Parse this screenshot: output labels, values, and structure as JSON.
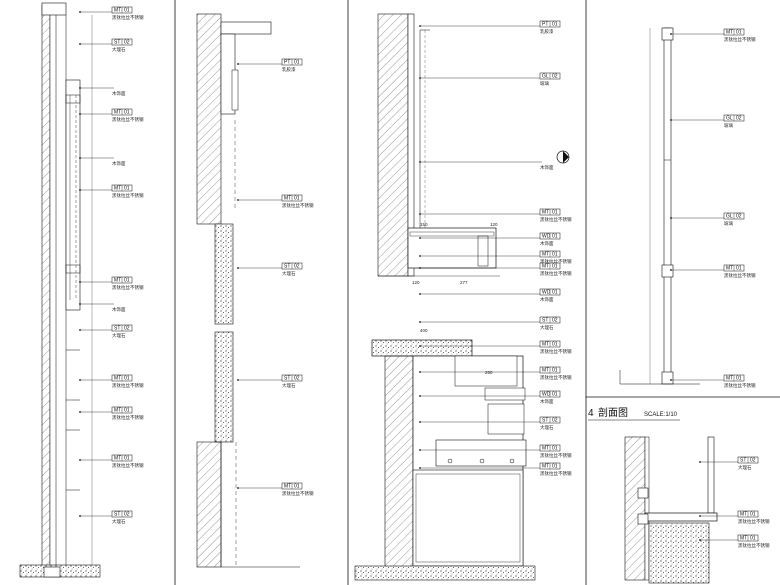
{
  "section": {
    "number": "4",
    "title": "剖面图",
    "scale": "SCALE:1/10"
  },
  "colors": {
    "line": "#111111",
    "hatch": "#444444",
    "paper": "#ffffff"
  },
  "callouts": {
    "p1": [
      {
        "code": "MT 01",
        "text": "黑钛拉丝不锈钢"
      },
      {
        "code": "ST 02",
        "text": "大理石"
      },
      {
        "code": "",
        "text": "木饰面"
      },
      {
        "code": "MT 01",
        "text": "黑钛拉丝不锈钢"
      },
      {
        "code": "",
        "text": "木饰面"
      },
      {
        "code": "MT 01",
        "text": "黑钛拉丝不锈钢"
      },
      {
        "code": "MT 01",
        "text": "黑钛拉丝不锈钢"
      },
      {
        "code": "",
        "text": "木饰面"
      },
      {
        "code": "ST 02",
        "text": "大理石"
      },
      {
        "code": "MT 01",
        "text": "黑钛拉丝不锈钢"
      },
      {
        "code": "MT 01",
        "text": "黑钛拉丝不锈钢"
      },
      {
        "code": "MT 01",
        "text": "黑钛拉丝不锈钢"
      },
      {
        "code": "ST 02",
        "text": "大理石"
      }
    ],
    "p2": [
      {
        "code": "PT 01",
        "text": "乳胶漆"
      },
      {
        "code": "MT 01",
        "text": "黑钛拉丝不锈钢"
      },
      {
        "code": "ST 02",
        "text": "大理石"
      },
      {
        "code": "ST 02",
        "text": "大理石"
      },
      {
        "code": "MT 01",
        "text": "黑钛拉丝不锈钢"
      }
    ],
    "p3": [
      {
        "code": "PT 01",
        "text": "乳胶漆"
      },
      {
        "code": "GL 02",
        "text": "玻璃"
      },
      {
        "code": "",
        "text": "木饰面"
      },
      {
        "code": "MT 01",
        "text": "黑钛拉丝不锈钢"
      },
      {
        "code": "WD 01",
        "text": "木饰面"
      },
      {
        "code": "MT 01",
        "text": "黑钛拉丝不锈钢"
      },
      {
        "code": "MT 01",
        "text": "黑钛拉丝不锈钢"
      },
      {
        "code": "WD 01",
        "text": "木饰面"
      },
      {
        "code": "ST 02",
        "text": "大理石"
      },
      {
        "code": "MT 01",
        "text": "黑钛拉丝不锈钢"
      },
      {
        "code": "MT 01",
        "text": "黑钛拉丝不锈钢"
      },
      {
        "code": "WD 01",
        "text": "木饰面"
      },
      {
        "code": "ST 02",
        "text": "大理石"
      },
      {
        "code": "MT 01",
        "text": "黑钛拉丝不锈钢"
      },
      {
        "code": "MT 01",
        "text": "黑钛拉丝不锈钢"
      }
    ],
    "p4": [
      {
        "code": "MT 01",
        "text": "黑钛拉丝不锈钢"
      },
      {
        "code": "GL 02",
        "text": "玻璃"
      },
      {
        "code": "GL 02",
        "text": "玻璃"
      },
      {
        "code": "MT 01",
        "text": "黑钛拉丝不锈钢"
      },
      {
        "code": "MT 01",
        "text": "黑钛拉丝不锈钢"
      }
    ],
    "p5": [
      {
        "code": "ST 02",
        "text": "大理石"
      },
      {
        "code": "MT 01",
        "text": "黑钛拉丝不锈钢"
      },
      {
        "code": "MT 01",
        "text": "黑钛拉丝不锈钢"
      }
    ]
  },
  "dims": [
    "150",
    "120",
    "277",
    "120",
    "250",
    "400"
  ]
}
